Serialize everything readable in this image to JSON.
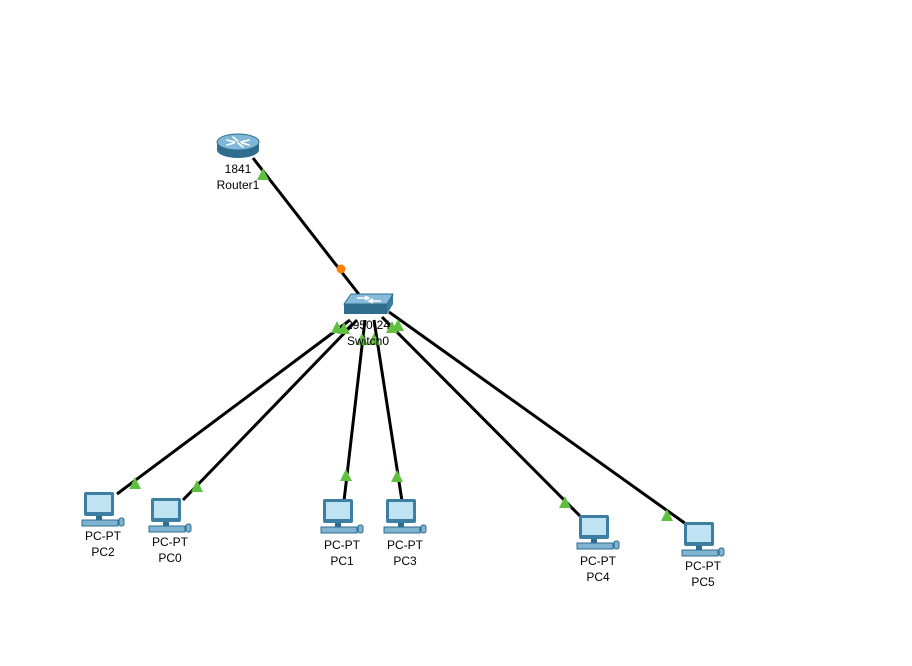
{
  "colors": {
    "background": "#ffffff",
    "cable": "#000000",
    "link_up": "#5fbf3f",
    "link_blocking": "#ff7f00",
    "device_blue": "#4f93b8",
    "device_dark": "#2f6d8f"
  },
  "devices": {
    "router1": {
      "model": "1841",
      "name": "Router1",
      "icon": "router-icon"
    },
    "switch0": {
      "model": "2950-24",
      "name": "Switch0",
      "icon": "switch-icon"
    },
    "pc2": {
      "model": "PC-PT",
      "name": "PC2",
      "icon": "pc-icon"
    },
    "pc0": {
      "model": "PC-PT",
      "name": "PC0",
      "icon": "pc-icon"
    },
    "pc1": {
      "model": "PC-PT",
      "name": "PC1",
      "icon": "pc-icon"
    },
    "pc3": {
      "model": "PC-PT",
      "name": "PC3",
      "icon": "pc-icon"
    },
    "pc4": {
      "model": "PC-PT",
      "name": "PC4",
      "icon": "pc-icon"
    },
    "pc5": {
      "model": "PC-PT",
      "name": "PC5",
      "icon": "pc-icon"
    }
  },
  "links": [
    {
      "from": "router1",
      "to": "switch0",
      "from_state": "up",
      "to_state": "blocking"
    },
    {
      "from": "switch0",
      "to": "pc2",
      "from_state": "up",
      "to_state": "up"
    },
    {
      "from": "switch0",
      "to": "pc0",
      "from_state": "up",
      "to_state": "up"
    },
    {
      "from": "switch0",
      "to": "pc1",
      "from_state": "up",
      "to_state": "up"
    },
    {
      "from": "switch0",
      "to": "pc3",
      "from_state": "up",
      "to_state": "up"
    },
    {
      "from": "switch0",
      "to": "pc4",
      "from_state": "up",
      "to_state": "up"
    },
    {
      "from": "switch0",
      "to": "pc5",
      "from_state": "up",
      "to_state": "up"
    }
  ]
}
